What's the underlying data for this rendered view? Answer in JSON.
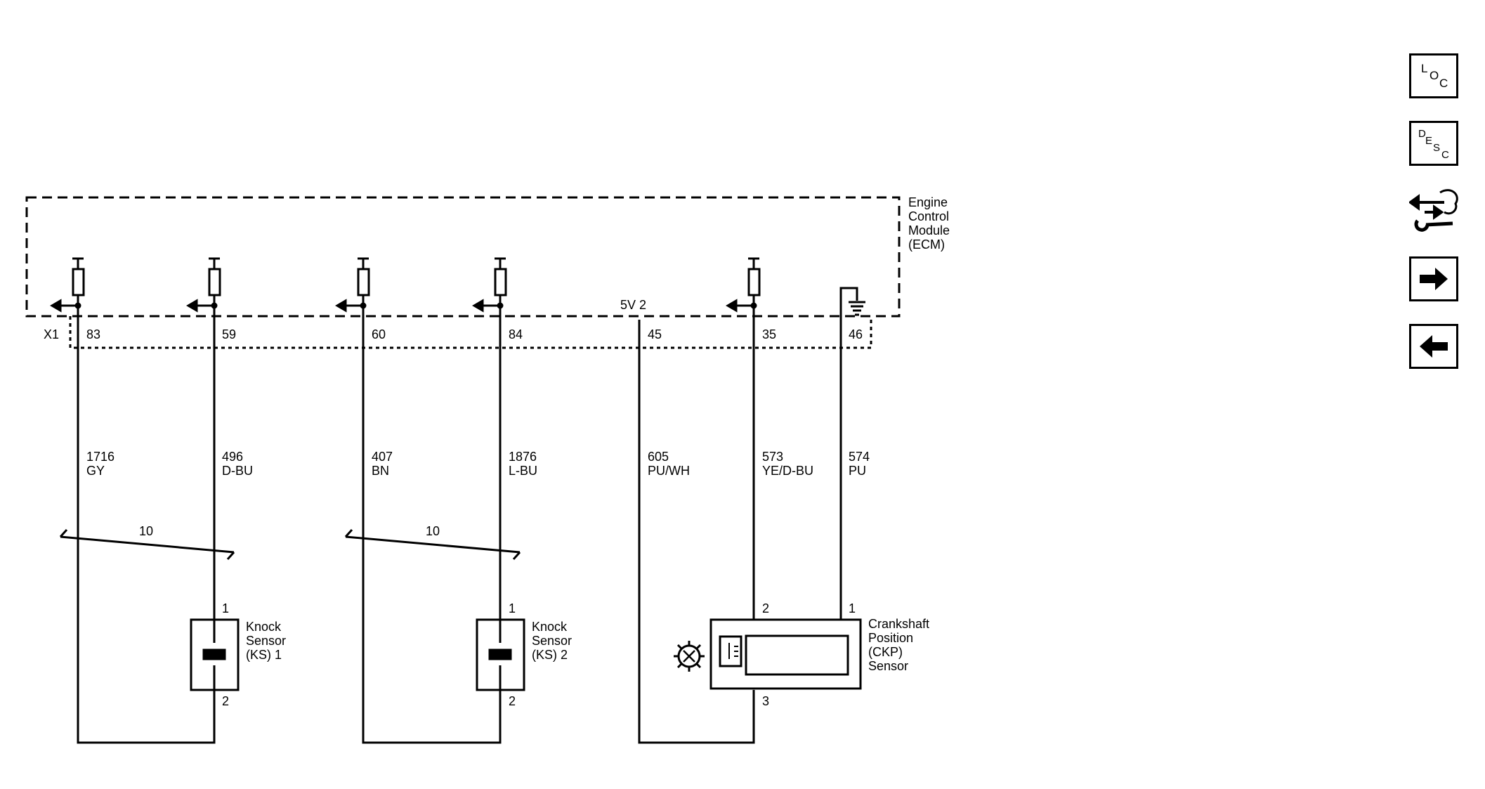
{
  "module": {
    "name_lines": [
      "Engine",
      "Control",
      "Module",
      "(ECM)"
    ],
    "connector": "X1",
    "supply_label": "5V 2"
  },
  "pins": [
    {
      "pin": "83",
      "circuit": "1716",
      "color": "GY"
    },
    {
      "pin": "59",
      "circuit": "496",
      "color": "D-BU"
    },
    {
      "pin": "60",
      "circuit": "407",
      "color": "BN"
    },
    {
      "pin": "84",
      "circuit": "1876",
      "color": "L-BU"
    },
    {
      "pin": "45",
      "circuit": "605",
      "color": "PU/WH"
    },
    {
      "pin": "35",
      "circuit": "573",
      "color": "YE/D-BU"
    },
    {
      "pin": "46",
      "circuit": "574",
      "color": "PU"
    }
  ],
  "twisted_pairs": [
    {
      "label": "10"
    },
    {
      "label": "10"
    }
  ],
  "components": {
    "ks1": {
      "name_lines": [
        "Knock",
        "Sensor",
        "(KS) 1"
      ],
      "pin_top": "1",
      "pin_bottom": "2"
    },
    "ks2": {
      "name_lines": [
        "Knock",
        "Sensor",
        "(KS) 2"
      ],
      "pin_top": "1",
      "pin_bottom": "2"
    },
    "ckp": {
      "name_lines": [
        "Crankshaft",
        "Position",
        "(CKP)",
        "Sensor"
      ],
      "pin_2": "2",
      "pin_1": "1",
      "pin_3": "3"
    }
  },
  "nav": {
    "loc": {
      "letters": [
        "L",
        "O",
        "C"
      ],
      "icon": "location-icon"
    },
    "desc": {
      "letters": [
        "D",
        "E",
        "S",
        "C"
      ],
      "icon": "description-icon"
    },
    "connector_icon": "connector-repair-icon",
    "next_icon": "arrow-right-icon",
    "prev_icon": "arrow-left-icon"
  },
  "colors": {
    "line": "#000000",
    "background": "#ffffff"
  }
}
